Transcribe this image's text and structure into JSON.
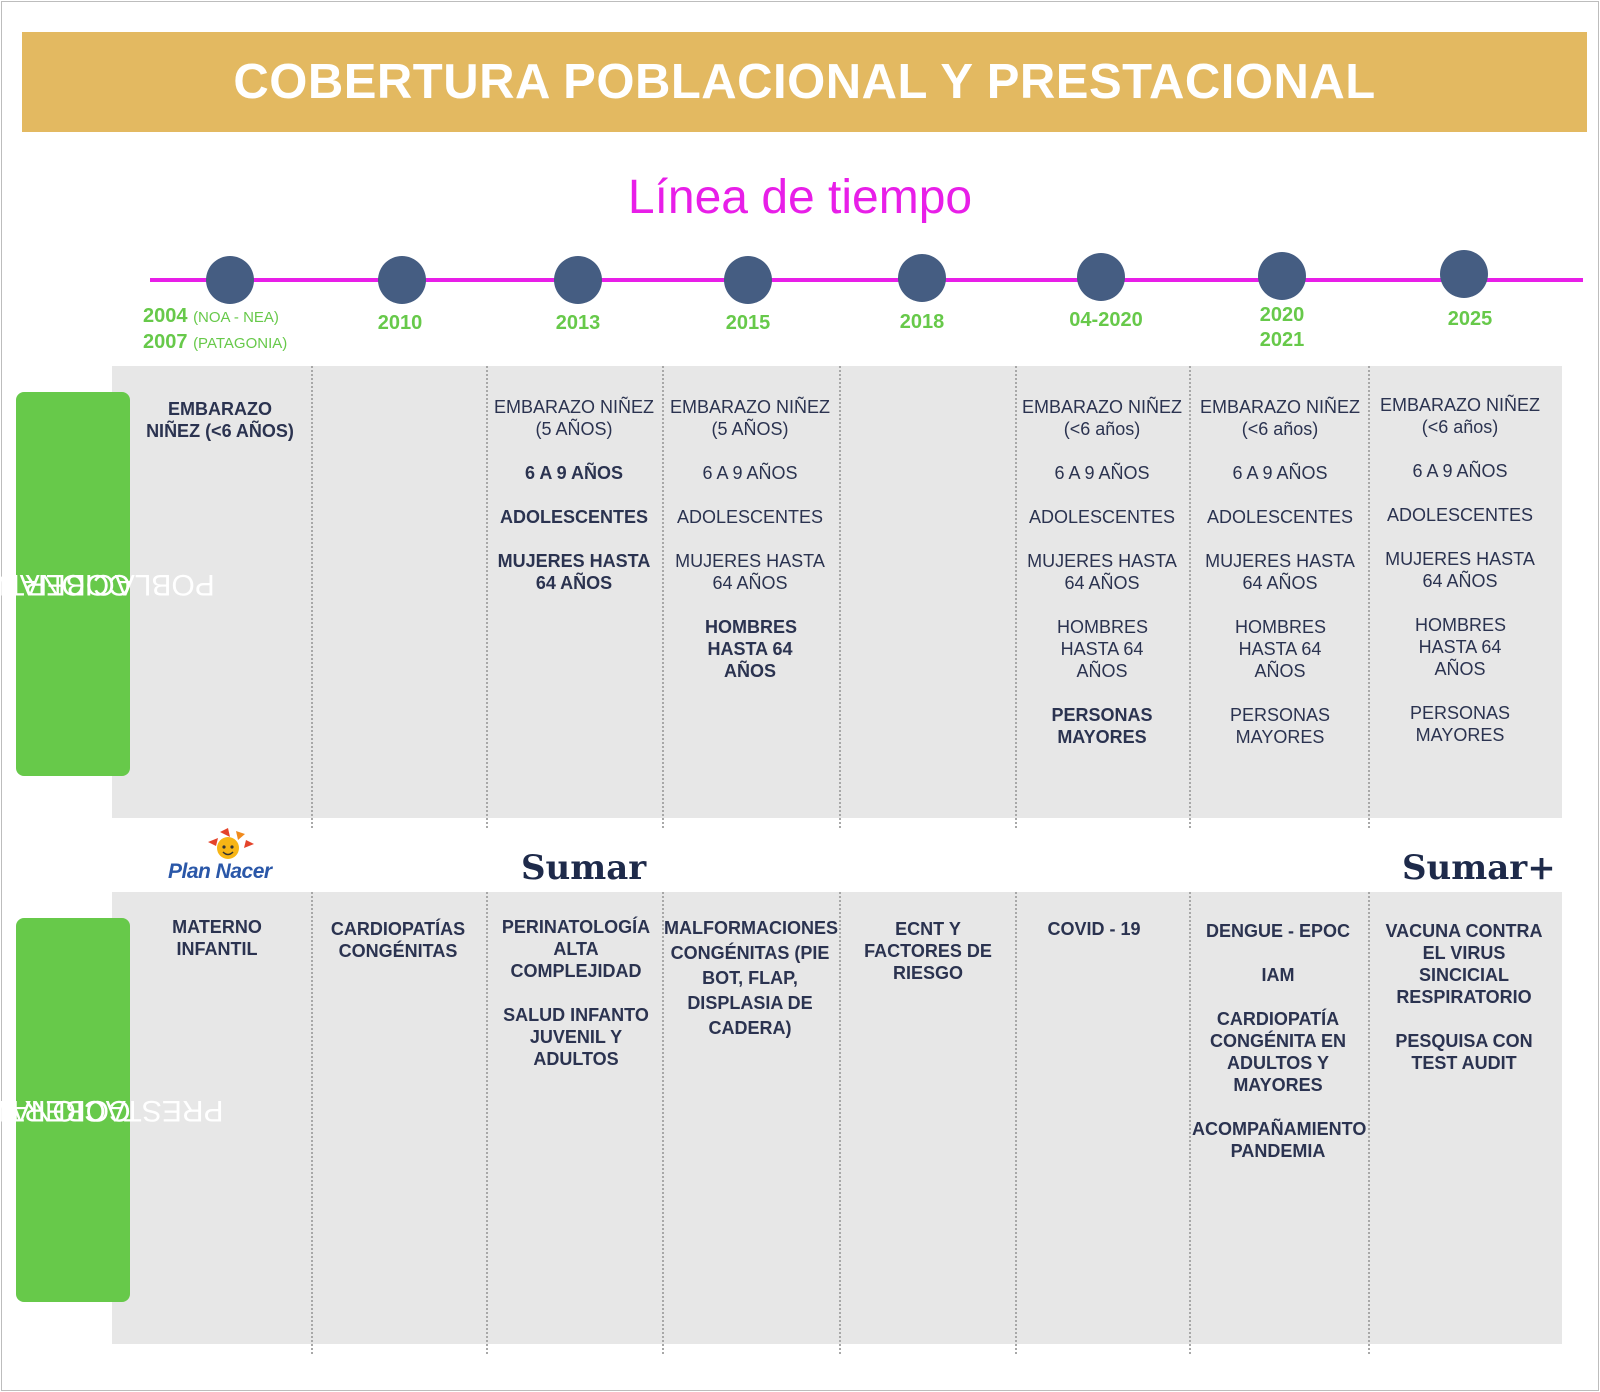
{
  "title": "COBERTURA POBLACIONAL Y PRESTACIONAL",
  "subtitle": "Línea de tiempo",
  "colors": {
    "banner": "#e3b961",
    "timeline": "#e81ee8",
    "node": "#455d82",
    "year_text": "#67c94a",
    "side_label": "#67c94a",
    "panel": "#e7e7e7"
  },
  "timeline": [
    {
      "label": "2004",
      "sub": "(NOA - NEA)",
      "label2": "2007",
      "sub2": "(PATAGONIA)"
    },
    {
      "label": "2010"
    },
    {
      "label": "2013"
    },
    {
      "label": "2015"
    },
    {
      "label": "2018"
    },
    {
      "label": "04-2020"
    },
    {
      "label": "2020",
      "label2": "2021"
    },
    {
      "label": "2025"
    }
  ],
  "sections": {
    "poblacional": {
      "label_line1": "COBERTURA",
      "label_line2": "POBLACIONAL"
    },
    "prestacional": {
      "label_line1": "COBERTURA",
      "label_line2": "PRESTACIONAL"
    }
  },
  "programs": {
    "plan_nacer": "Plan Nacer",
    "sumar": "Sumar",
    "sumar_plus": "Sumar+"
  },
  "poblacional": [
    [
      "EMBARAZO NIÑEZ (<6 AÑOS)"
    ],
    [],
    [
      "EMBARAZO NIÑEZ (5 AÑOS)",
      "6 A 9 AÑOS",
      "ADOLESCENTES",
      "MUJERES HASTA 64 AÑOS"
    ],
    [
      "EMBARAZO NIÑEZ (5 AÑOS)",
      "6 A 9 AÑOS",
      "ADOLESCENTES",
      "MUJERES HASTA 64 AÑOS",
      "HOMBRES HASTA 64 AÑOS"
    ],
    [],
    [
      "EMBARAZO NIÑEZ (<6 años)",
      "6 A 9 AÑOS",
      "ADOLESCENTES",
      "MUJERES HASTA 64 AÑOS",
      "HOMBRES HASTA 64 AÑOS",
      "PERSONAS MAYORES"
    ],
    [
      "EMBARAZO NIÑEZ (<6 años)",
      "6 A 9 AÑOS",
      "ADOLESCENTES",
      "MUJERES HASTA 64 AÑOS",
      "HOMBRES HASTA 64 AÑOS",
      "PERSONAS MAYORES"
    ],
    [
      "EMBARAZO NIÑEZ (<6 años)",
      "6 A 9 AÑOS",
      "ADOLESCENTES",
      "MUJERES HASTA 64 AÑOS",
      "HOMBRES HASTA 64 AÑOS",
      "PERSONAS MAYORES"
    ]
  ],
  "prestacional": [
    [
      "MATERNO INFANTIL"
    ],
    [
      "CARDIOPATÍAS CONGÉNITAS"
    ],
    [
      "PERINATOLOGÍA ALTA COMPLEJIDAD",
      "SALUD INFANTO JUVENIL Y ADULTOS"
    ],
    [
      "MALFORMACIONES CONGÉNITAS (PIE BOT, FLAP, DISPLASIA DE CADERA)"
    ],
    [
      "ECNT Y FACTORES DE RIESGO"
    ],
    [
      "COVID - 19"
    ],
    [
      "DENGUE - EPOC",
      "IAM",
      "CARDIOPATÍA CONGÉNITA EN ADULTOS Y MAYORES",
      "ACOMPAÑAMIENTO PANDEMIA"
    ],
    [
      "VACUNA CONTRA EL VIRUS SINCICIAL RESPIRATORIO",
      "PESQUISA CON TEST AUDIT"
    ]
  ]
}
